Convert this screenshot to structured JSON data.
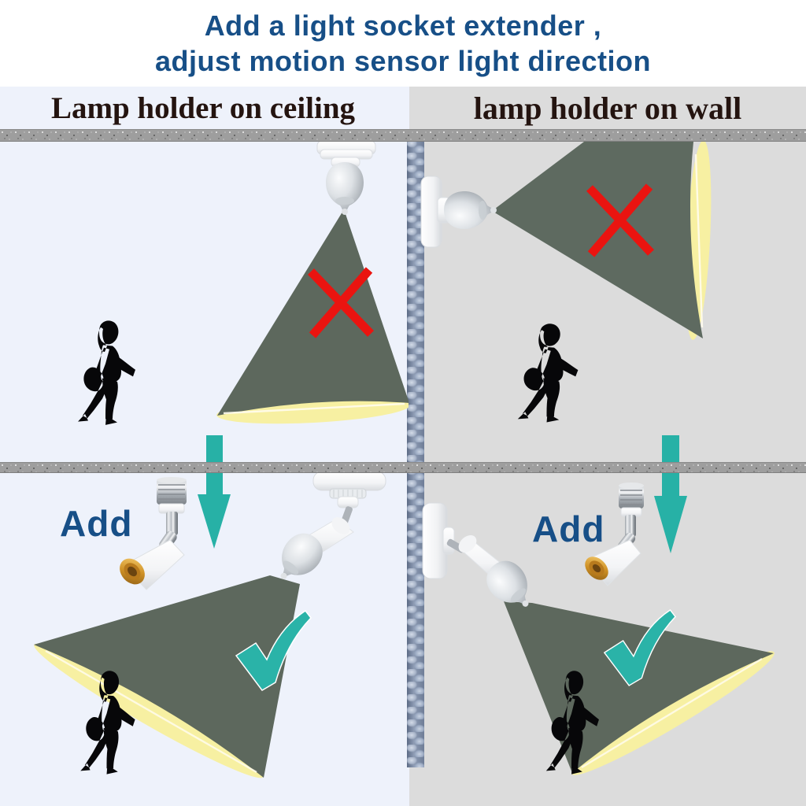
{
  "title": {
    "line1": "Add a light socket extender ,",
    "line2": "adjust motion sensor light direction"
  },
  "panels": {
    "top_left": {
      "header": "Lamp holder on ceiling",
      "marker": "cross-icon",
      "figure": "motion-sensor-bulb-on-ceiling-beam-straight-down"
    },
    "top_right": {
      "header": "lamp holder on wall",
      "marker": "cross-icon",
      "figure": "motion-sensor-bulb-on-wall-beam-straight-out"
    },
    "bottom_left": {
      "label": "Add",
      "marker": "check-icon",
      "figure": "socket-extender-angles-ceiling-bulb-toward-walker"
    },
    "bottom_right": {
      "label": "Add",
      "marker": "check-icon",
      "figure": "socket-extender-angles-wall-bulb-toward-walker"
    }
  },
  "colors": {
    "title_text": "#174f87",
    "header_text": "#241410",
    "beam": "#5d685d",
    "light_pool": "#f7f0a2",
    "cross": "#ea1410",
    "check": "#2ab3a8",
    "arrow": "#27b1a6",
    "left_background": "#eef2fb",
    "right_background": "#dcdcdc"
  }
}
